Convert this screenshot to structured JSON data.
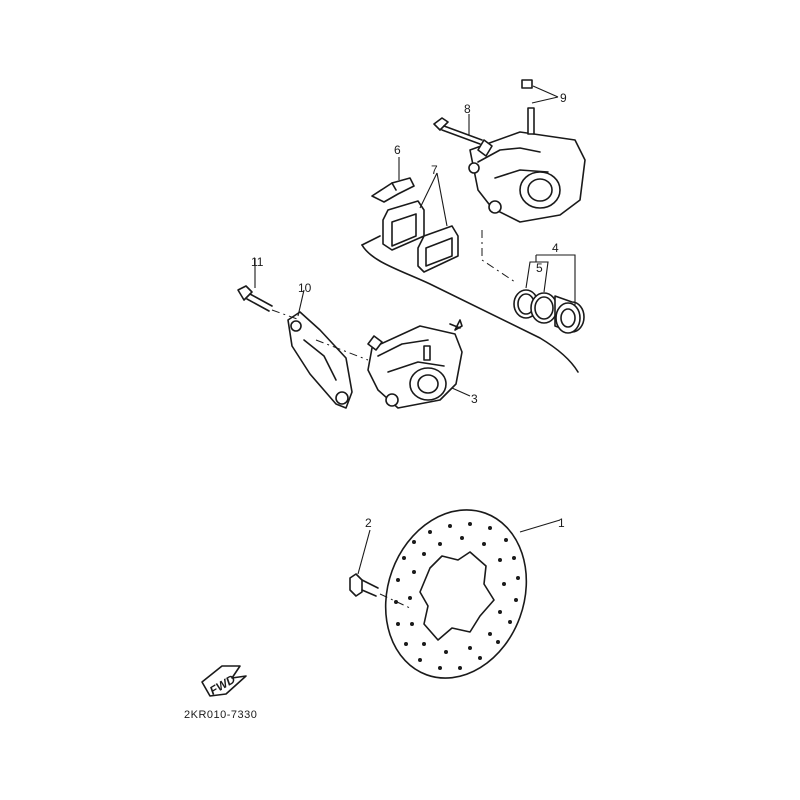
{
  "parts": [
    {
      "number": "1"
    },
    {
      "number": "2"
    },
    {
      "number": "3"
    },
    {
      "number": "4"
    },
    {
      "number": "5"
    },
    {
      "number": "6"
    },
    {
      "number": "7"
    },
    {
      "number": "8"
    },
    {
      "number": "9"
    },
    {
      "number": "10"
    },
    {
      "number": "11"
    }
  ],
  "fwd_label": "FWD",
  "diagram_code": "2KR010-7330"
}
